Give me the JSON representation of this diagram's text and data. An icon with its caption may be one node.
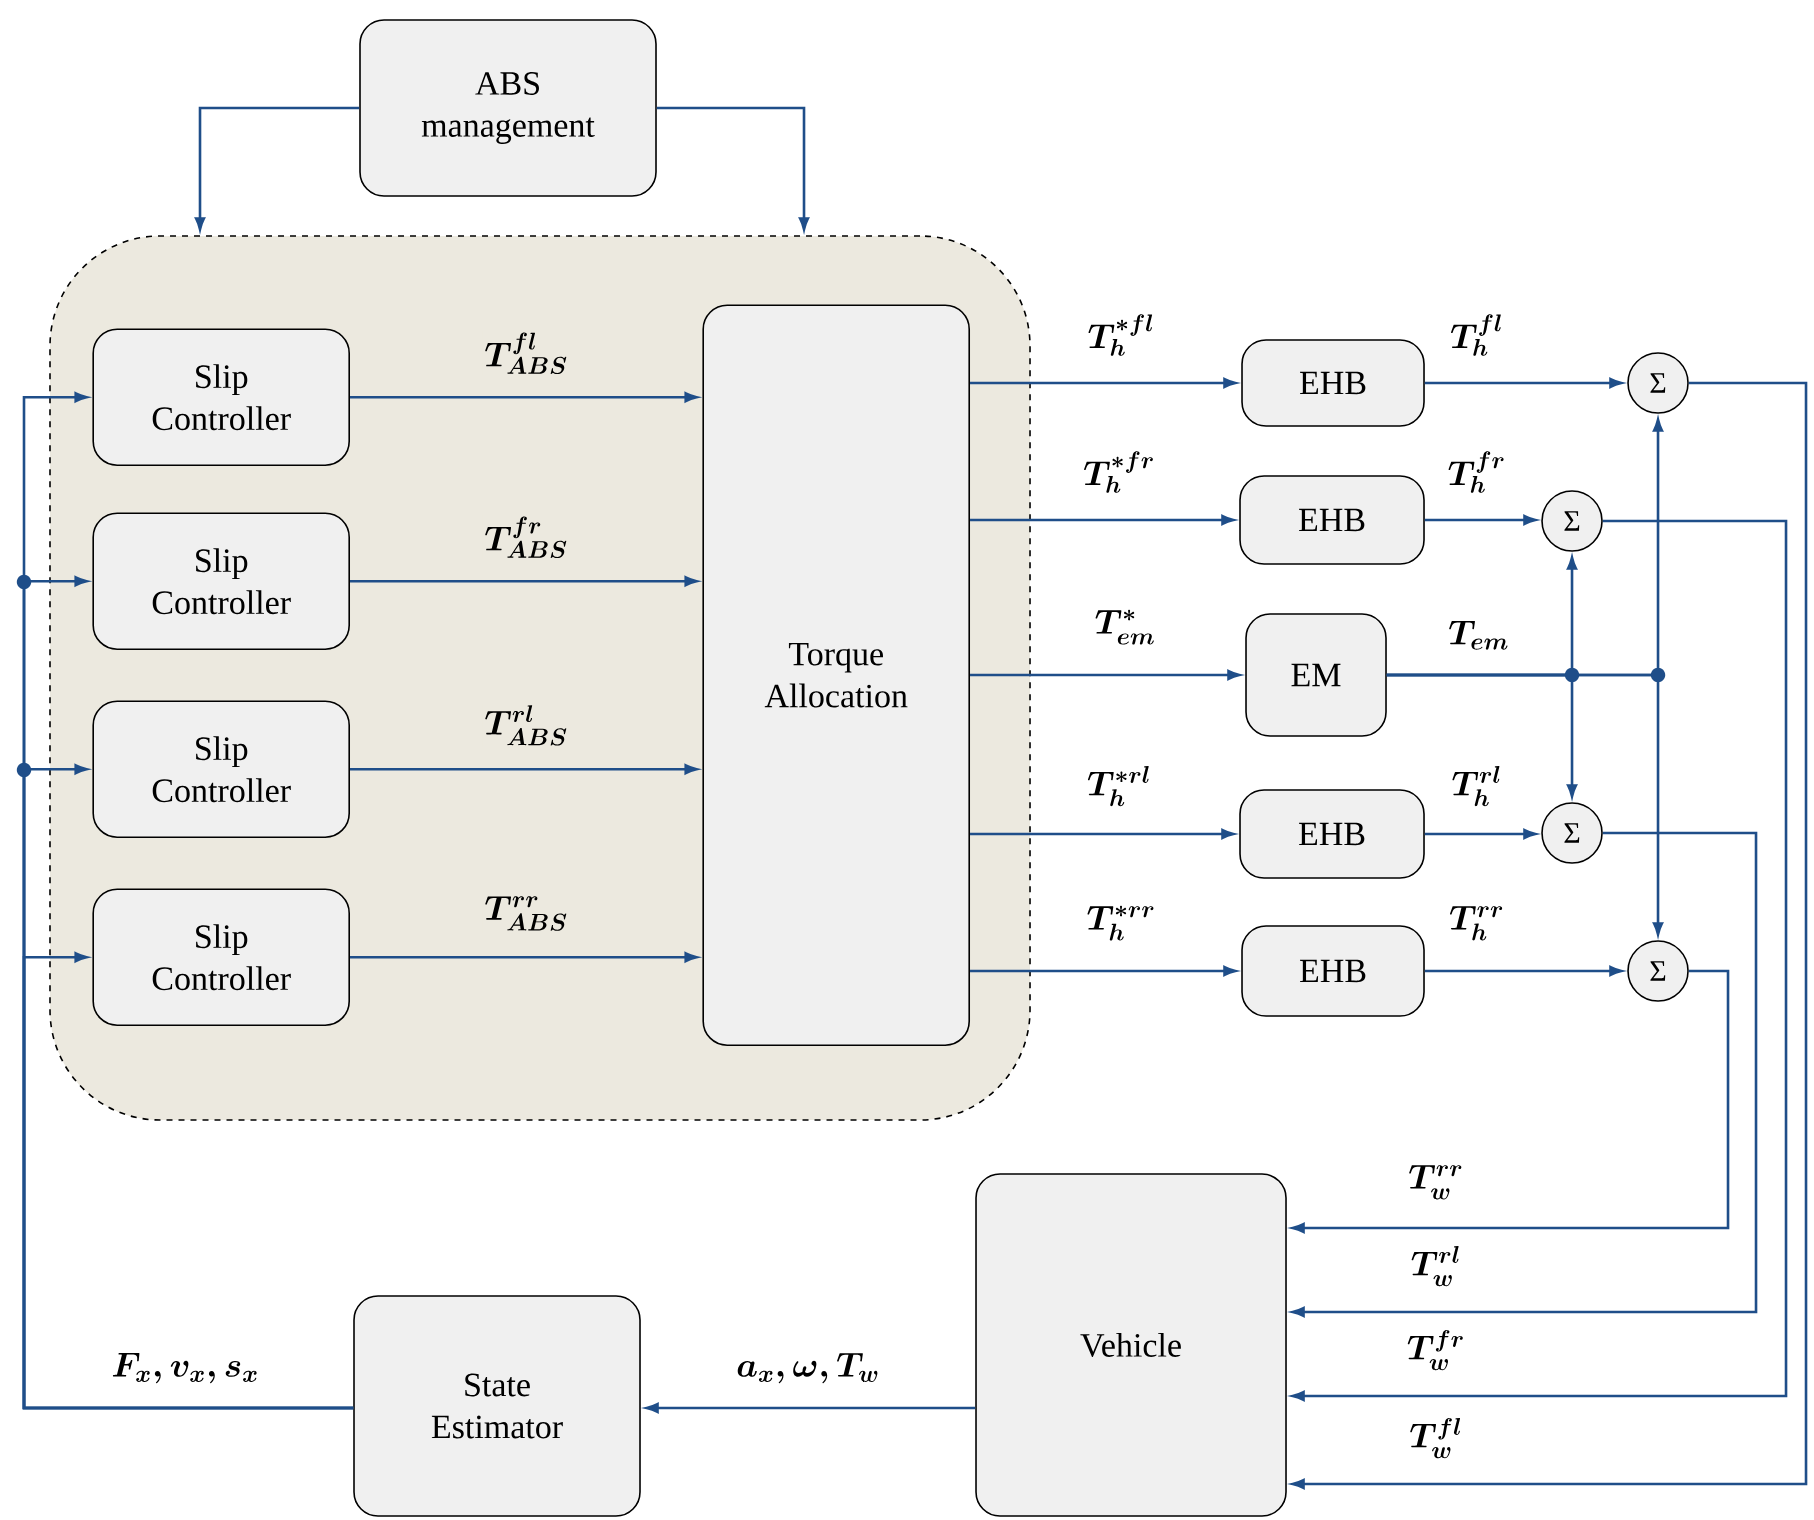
{
  "diagram": {
    "nodes": [
      {
        "text": [
          "ABS management"
        ]
      },
      {
        "text": [],
        "shape": "box"
      },
      {
        "text": [
          "Slip Controller"
        ],
        "in": 1
      },
      {
        "text": [
          "Slip Controller"
        ],
        "in": 1
      },
      {
        "text": [
          "Slip Controller"
        ],
        "in": 1
      },
      {
        "text": [
          "Slip Controller"
        ],
        "in": 1
      },
      {
        "text": [
          "Torque Allocation"
        ],
        "in": 1
      },
      {
        "text": [
          "EHB"
        ]
      },
      {
        "text": [
          "EHB"
        ]
      },
      {
        "text": [
          "EM"
        ]
      },
      {
        "text": [
          "EHB"
        ]
      },
      {
        "text": [
          "EHB"
        ]
      },
      {
        "text": [
          "Σ"
        ]
      },
      {
        "text": [
          "Σ"
        ]
      },
      {
        "text": [
          "Σ"
        ]
      },
      {
        "text": [
          "Σ"
        ]
      },
      {
        "text": [
          "Vehicle"
        ]
      },
      {
        "text": [
          "State Estimator"
        ]
      }
    ],
    "edges": [
      {
        "from": 0,
        "to": 1,
        "arrow": "to"
      },
      {
        "from": 0,
        "to": 1,
        "arrow": "to"
      },
      {
        "from": 2,
        "to": 6,
        "arrow": "to",
        "label": "T_{ABS}^{fl}"
      },
      {
        "from": 3,
        "to": 6,
        "arrow": "to",
        "label": "T_{ABS}^{fr}"
      },
      {
        "from": 4,
        "to": 6,
        "arrow": "to",
        "label": "T_{ABS}^{rl}"
      },
      {
        "from": 5,
        "to": 6,
        "arrow": "to",
        "label": "T_{ABS}^{rr}"
      },
      {
        "from": 6,
        "to": 7,
        "arrow": "to",
        "label": "T_{h}^{*fl}"
      },
      {
        "from": 6,
        "to": 8,
        "arrow": "to",
        "label": "T_{h}^{*fr}"
      },
      {
        "from": 6,
        "to": 9,
        "arrow": "to",
        "label": "T_{em}^{*}"
      },
      {
        "from": 6,
        "to": 10,
        "arrow": "to",
        "label": "T_{h}^{*rl}"
      },
      {
        "from": 6,
        "to": 11,
        "arrow": "to",
        "label": "T_{h}^{*rr}"
      },
      {
        "from": 7,
        "to": 12,
        "arrow": "to",
        "label": "T_{h}^{fl}"
      },
      {
        "from": 8,
        "to": 13,
        "arrow": "to",
        "label": "T_{h}^{fr}"
      },
      {
        "from": 10,
        "to": 14,
        "arrow": "to",
        "label": "T_{h}^{rl}"
      },
      {
        "from": 11,
        "to": 15,
        "arrow": "to",
        "label": "T_{h}^{rr}"
      },
      {
        "from": 9,
        "to": 13,
        "arrow": "to",
        "label": "T_{em}"
      },
      {
        "from": 9,
        "to": 12,
        "arrow": "to"
      },
      {
        "from": 9,
        "to": 14,
        "arrow": "to"
      },
      {
        "from": 9,
        "to": 15,
        "arrow": "to"
      },
      {
        "from": 12,
        "to": 16,
        "arrow": "to",
        "label": "T_{w}^{fl}"
      },
      {
        "from": 13,
        "to": 16,
        "arrow": "to",
        "label": "T_{w}^{fr}"
      },
      {
        "from": 14,
        "to": 16,
        "arrow": "to",
        "label": "T_{w}^{rl}"
      },
      {
        "from": 15,
        "to": 16,
        "arrow": "to",
        "label": "T_{w}^{rr}"
      },
      {
        "from": 16,
        "to": 17,
        "arrow": "to",
        "label": "a_{x}, \\omega, T_{w}"
      },
      {
        "from": 17,
        "to": 2,
        "arrow": "to",
        "label": "F_{x}, v_{x}, s_{x}"
      },
      {
        "from": 17,
        "to": 3,
        "arrow": "to"
      },
      {
        "from": 17,
        "to": 4,
        "arrow": "to"
      },
      {
        "from": 17,
        "to": 5,
        "arrow": "to"
      }
    ]
  }
}
